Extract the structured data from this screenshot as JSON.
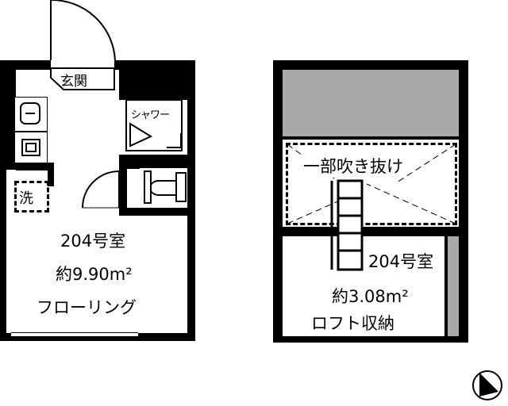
{
  "floor_1": {
    "entrance_label": "玄関",
    "shower_label": "シャワー",
    "washer_label": "洗",
    "room_name": "204号室",
    "room_area": "約9.90m²",
    "room_floor": "フローリング"
  },
  "loft": {
    "void_label": "一部吹き抜け",
    "room_name": "204号室",
    "room_area": "約3.08m²",
    "room_type": "ロフト収納"
  },
  "compass": {
    "icon": "north-arrow-icon"
  },
  "colors": {
    "wall": "#000000",
    "loft_ceiling_fill": "#a9a9a9",
    "background": "#ffffff"
  }
}
